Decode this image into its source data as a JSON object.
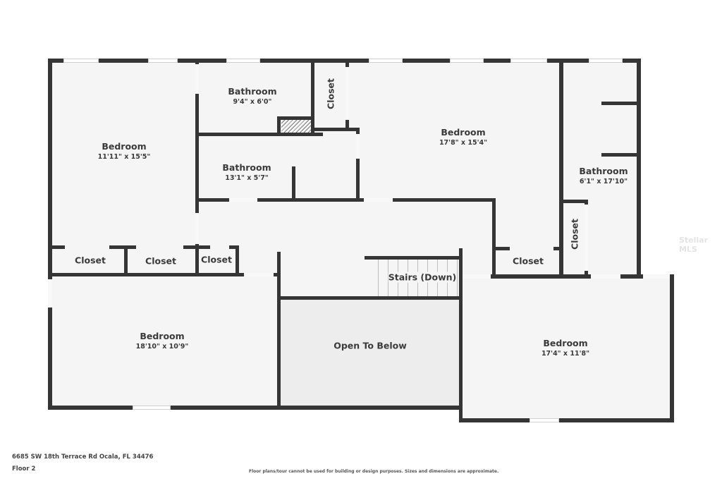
{
  "plan": {
    "address": "6685 SW 18th Terrace Rd Ocala, FL 34476",
    "floor": "Floor 2",
    "disclaimer": "Floor plans/tour cannot be used for building or design purposes. Sizes and dimensions are approximate.",
    "watermark": "Stellar MLS"
  },
  "rooms": {
    "bedroom_nw": {
      "name": "Bedroom",
      "dim": "11'11\" x 15'5\""
    },
    "bathroom_top": {
      "name": "Bathroom",
      "dim": "9'4\" x 6'0\""
    },
    "closet_top": {
      "name": "Closet"
    },
    "bathroom_mid": {
      "name": "Bathroom",
      "dim": "13'1\" x 5'7\""
    },
    "bedroom_ne": {
      "name": "Bedroom",
      "dim": "17'8\" x 15'4\""
    },
    "bathroom_east": {
      "name": "Bathroom",
      "dim": "6'1\" x 17'10\""
    },
    "closet_east_vert": {
      "name": "Closet"
    },
    "closet_east": {
      "name": "Closet"
    },
    "closet_1": {
      "name": "Closet"
    },
    "closet_2": {
      "name": "Closet"
    },
    "closet_3": {
      "name": "Closet"
    },
    "stairs": {
      "name": "Stairs (Down)"
    },
    "open_to_below": {
      "name": "Open To Below"
    },
    "bedroom_sw": {
      "name": "Bedroom",
      "dim": "18'10\" x 10'9\""
    },
    "bedroom_se": {
      "name": "Bedroom",
      "dim": "17'4\" x 11'8\""
    }
  },
  "colors": {
    "wall": "#353535",
    "floor": "#f5f5f5",
    "open_to_below": "#ededed",
    "text": "#3a3a3a"
  }
}
